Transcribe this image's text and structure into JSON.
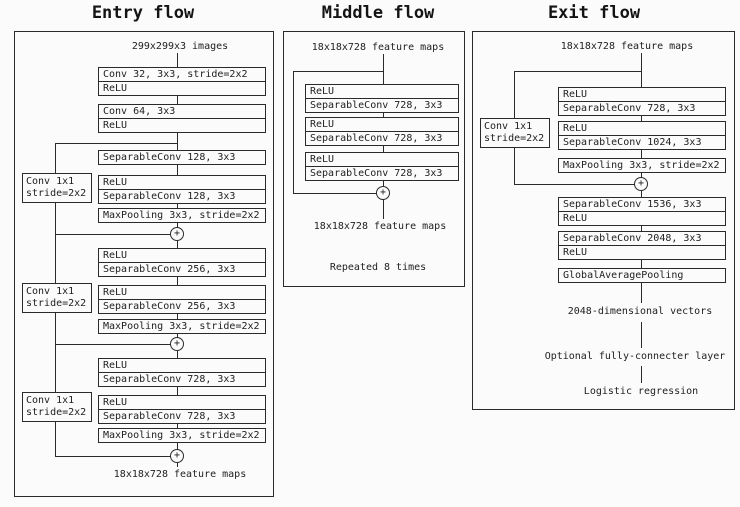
{
  "plus": "+",
  "colors": {
    "line": "#2a2a2a",
    "background": "#fbfbfb"
  },
  "entry": {
    "title": "Entry flow",
    "input_caption": "299x299x3 images",
    "output_caption": "18x18x728 feature maps",
    "shortcut": {
      "line1": "Conv 1x1",
      "line2": "stride=2x2"
    },
    "blocks": {
      "conv32": {
        "rows": [
          "Conv 32, 3x3, stride=2x2",
          "ReLU"
        ]
      },
      "conv64": {
        "rows": [
          "Conv 64, 3x3",
          "ReLU"
        ]
      },
      "sepconv128": {
        "rows": [
          "SeparableConv 128, 3x3"
        ]
      },
      "relu_sepconv128": {
        "rows": [
          "ReLU",
          "SeparableConv 128, 3x3"
        ]
      },
      "maxpool1": {
        "rows": [
          "MaxPooling 3x3, stride=2x2"
        ]
      },
      "relu_sepconv256a": {
        "rows": [
          "ReLU",
          "SeparableConv 256, 3x3"
        ]
      },
      "relu_sepconv256b": {
        "rows": [
          "ReLU",
          "SeparableConv 256, 3x3"
        ]
      },
      "maxpool2": {
        "rows": [
          "MaxPooling 3x3, stride=2x2"
        ]
      },
      "relu_sepconv728a": {
        "rows": [
          "ReLU",
          "SeparableConv 728, 3x3"
        ]
      },
      "relu_sepconv728b": {
        "rows": [
          "ReLU",
          "SeparableConv 728, 3x3"
        ]
      },
      "maxpool3": {
        "rows": [
          "MaxPooling 3x3, stride=2x2"
        ]
      }
    }
  },
  "middle": {
    "title": "Middle flow",
    "input_caption": "18x18x728 feature maps",
    "output_caption": "18x18x728 feature maps",
    "note": "Repeated 8 times",
    "blocks": {
      "relu_sepconv728a": {
        "rows": [
          "ReLU",
          "SeparableConv 728, 3x3"
        ]
      },
      "relu_sepconv728b": {
        "rows": [
          "ReLU",
          "SeparableConv 728, 3x3"
        ]
      },
      "relu_sepconv728c": {
        "rows": [
          "ReLU",
          "SeparableConv 728, 3x3"
        ]
      }
    }
  },
  "exit": {
    "title": "Exit flow",
    "input_caption": "18x18x728 feature maps",
    "shortcut": {
      "line1": "Conv 1x1",
      "line2": "stride=2x2"
    },
    "blocks": {
      "relu_sepconv728": {
        "rows": [
          "ReLU",
          "SeparableConv 728, 3x3"
        ]
      },
      "relu_sepconv1024": {
        "rows": [
          "ReLU",
          "SeparableConv 1024, 3x3"
        ]
      },
      "maxpool": {
        "rows": [
          "MaxPooling 3x3, stride=2x2"
        ]
      },
      "sepconv1536_relu": {
        "rows": [
          "SeparableConv 1536, 3x3",
          "ReLU"
        ]
      },
      "sepconv2048_relu": {
        "rows": [
          "SeparableConv 2048, 3x3",
          "ReLU"
        ]
      },
      "global_avg_pool": {
        "rows": [
          "GlobalAveragePooling"
        ]
      }
    },
    "vectors_caption": "2048-dimensional vectors",
    "fc_caption": "Optional fully-connecter layer",
    "logistic_caption": "Logistic regression"
  }
}
